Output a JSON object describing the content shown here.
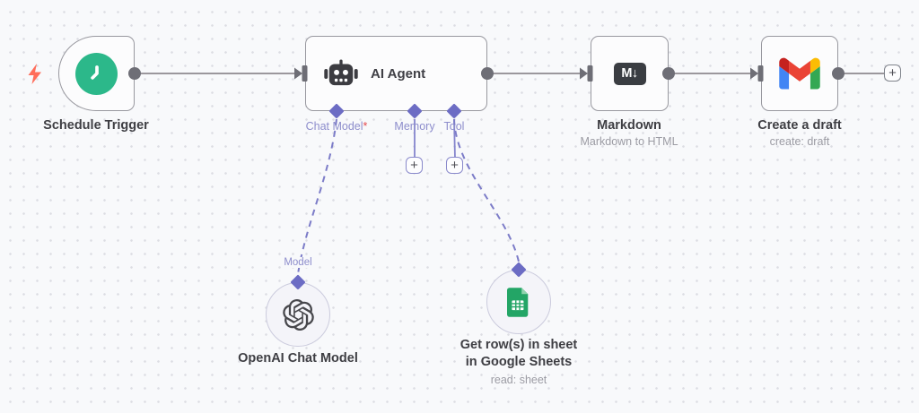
{
  "workflow": {
    "nodes": {
      "schedule_trigger": {
        "label": "Schedule Trigger"
      },
      "ai_agent": {
        "label": "AI Agent",
        "ports": {
          "chat_model": {
            "label": "Chat Model",
            "required_marker": "*"
          },
          "memory": {
            "label": "Memory"
          },
          "tool": {
            "label": "Tool"
          }
        }
      },
      "markdown": {
        "label": "Markdown",
        "subtitle": "Markdown to HTML",
        "icon_badge": "M↓"
      },
      "create_draft": {
        "label": "Create a draft",
        "subtitle": "create: draft"
      },
      "openai_chat_model": {
        "label": "OpenAI Chat Model",
        "input_port_label": "Model"
      },
      "google_sheets": {
        "label_line1": "Get row(s) in sheet",
        "label_line2": "in Google Sheets",
        "subtitle": "read: sheet"
      }
    },
    "buttons": {
      "add_next_node": "+",
      "add_memory": "+",
      "add_tool": "+"
    },
    "colors": {
      "canvas_bg": "#f8f9fb",
      "wire_gray": "#9b979c",
      "connector_gray": "#6e6e76",
      "accent_purple": "#7c7cc8",
      "trigger_green": "#2cb88a",
      "bolt_coral": "#ff6d5a",
      "markdown_badge": "#3a3d42",
      "required_red": "#e5484d",
      "sheets_green": "#23a566",
      "gmail_red": "#ea4335",
      "gmail_blue": "#4285f4",
      "gmail_green": "#34a853",
      "gmail_yellow": "#fbbc04"
    }
  }
}
